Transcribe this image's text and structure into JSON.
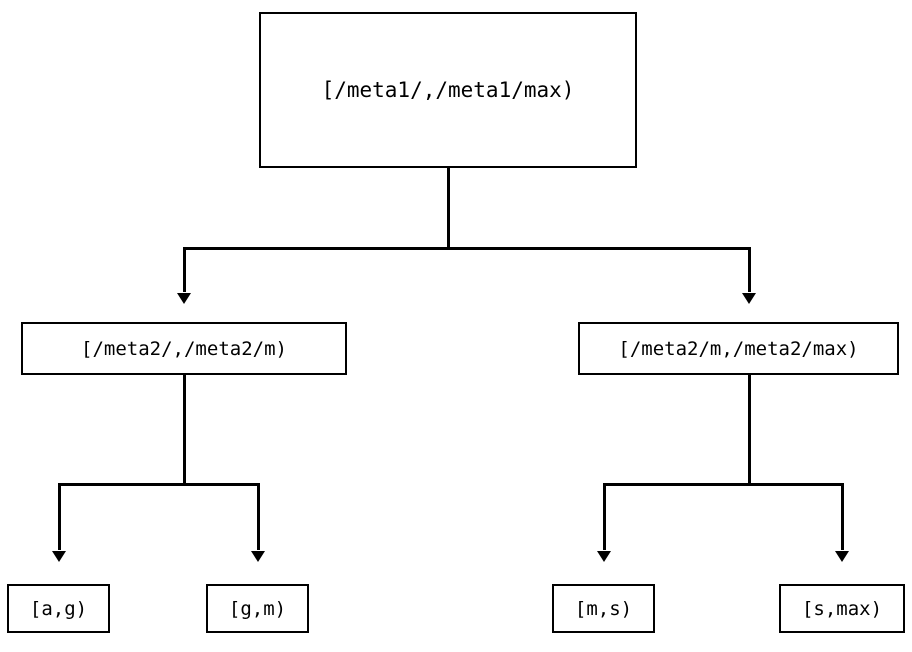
{
  "diagram": {
    "type": "tree",
    "title": "",
    "orientation": "top-down",
    "colors": {
      "node_border": "#000000",
      "node_fill": "#ffffff",
      "edge": "#000000",
      "text": "#000000",
      "background": "#ffffff"
    },
    "nodes": {
      "root": {
        "label": "[/meta1/,/meta1/max)",
        "level": 0
      },
      "mid_left": {
        "label": "[/meta2/,/meta2/m)",
        "level": 1
      },
      "mid_right": {
        "label": "[/meta2/m,/meta2/max)",
        "level": 1
      },
      "leaf_ag": {
        "label": "[a,g)",
        "level": 2
      },
      "leaf_gm": {
        "label": "[g,m)",
        "level": 2
      },
      "leaf_ms": {
        "label": "[m,s)",
        "level": 2
      },
      "leaf_smax": {
        "label": "[s,max)",
        "level": 2
      }
    },
    "edges": [
      {
        "from": "root",
        "to": "mid_left",
        "arrow": "down-triangle"
      },
      {
        "from": "root",
        "to": "mid_right",
        "arrow": "down-triangle"
      },
      {
        "from": "mid_left",
        "to": "leaf_ag",
        "arrow": "down-triangle"
      },
      {
        "from": "mid_left",
        "to": "leaf_gm",
        "arrow": "down-triangle"
      },
      {
        "from": "mid_right",
        "to": "leaf_ms",
        "arrow": "down-triangle"
      },
      {
        "from": "mid_right",
        "to": "leaf_smax",
        "arrow": "down-triangle"
      }
    ]
  }
}
